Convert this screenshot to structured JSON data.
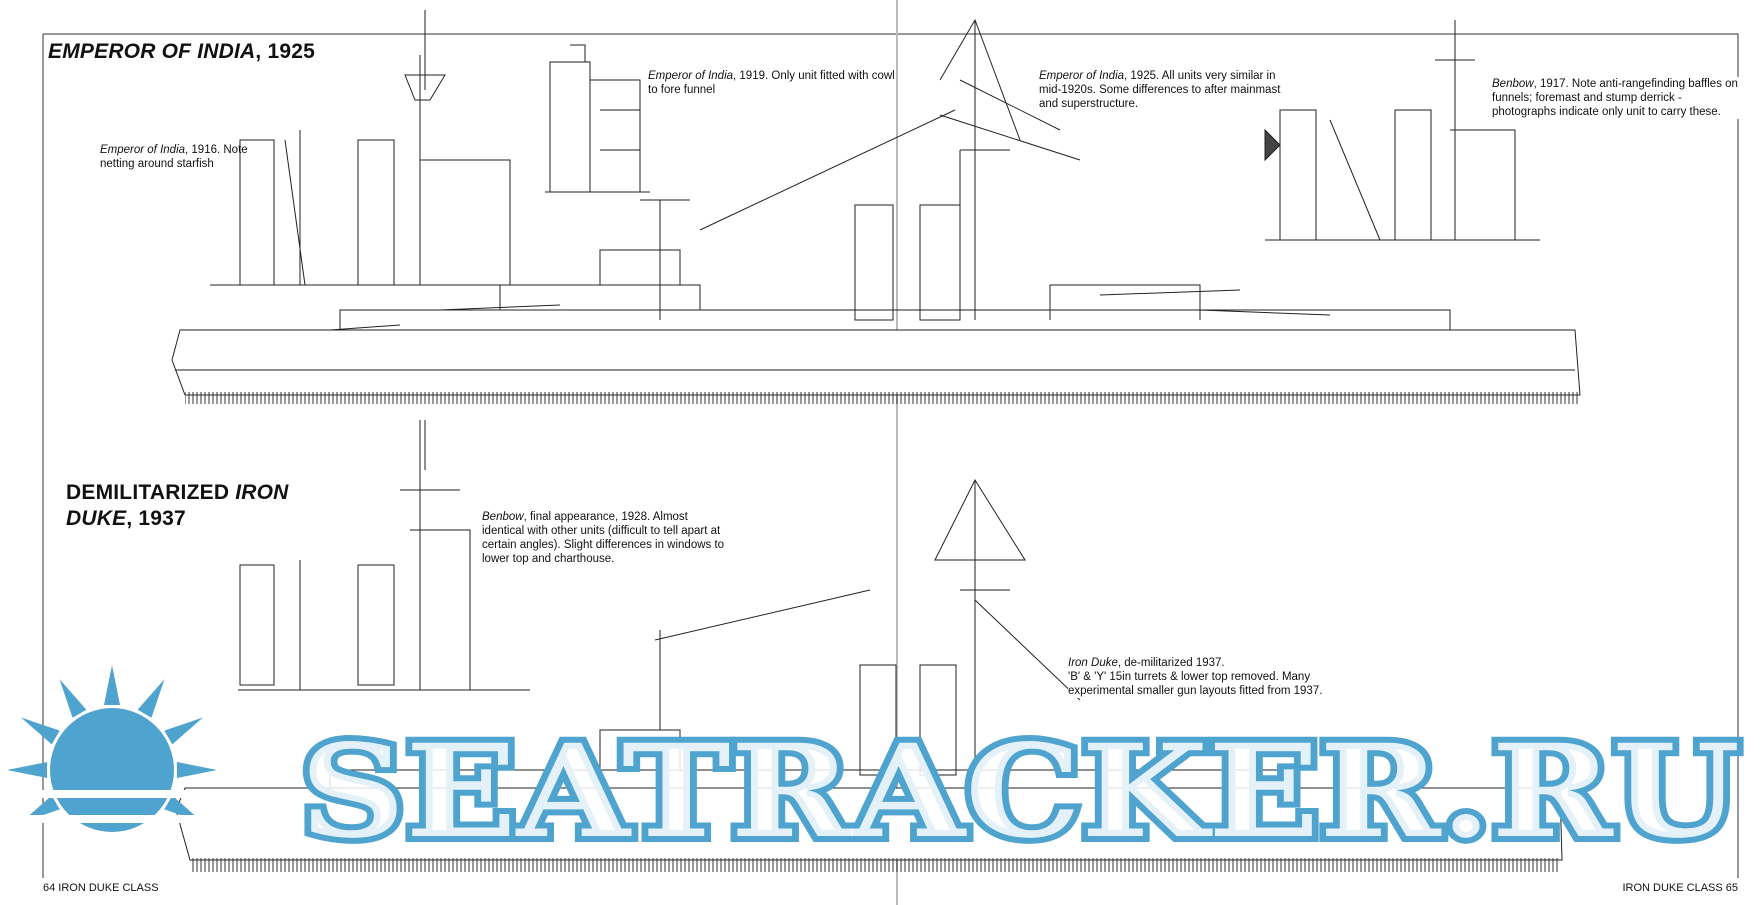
{
  "sections": [
    {
      "title_part1": "EMPEROR OF INDIA",
      "title_part2": ", 1925"
    },
    {
      "title_part1": "DEMILITARIZED ",
      "title_part2": "IRON",
      "title_part3": "DUKE",
      "title_part4": ", 1937"
    }
  ],
  "captions": [
    {
      "ship": "Emperor of India",
      "text": ", 1916. Note netting around starfish"
    },
    {
      "ship": "Emperor of India",
      "text": ", 1919.  Only unit fitted with cowl to fore funnel"
    },
    {
      "ship": "Emperor of India",
      "text": ", 1925. All units very similar in mid-1920s. Some differences to after mainmast and superstructure."
    },
    {
      "ship": "Benbow",
      "text": ", 1917. Note anti-rangefinding baffles on funnels; foremast and stump derrick - photographs indicate only unit to carry these."
    },
    {
      "ship": "Benbow",
      "text": ", final appearance, 1928. Almost identical with other units (difficult to tell apart at certain angles). Slight differences in windows to lower top and charthouse."
    },
    {
      "ship": "Iron Duke",
      "text": ", de-militarized 1937.",
      "line2": "'B' & 'Y' 15in turrets & lower top removed. Many experimental smaller gun layouts fitted from 1937."
    }
  ],
  "footer": {
    "left": "64  IRON DUKE CLASS",
    "right": "IRON DUKE CLASS  65"
  },
  "watermark": {
    "text": "SEATRACKER.RU",
    "color": "#4fa3cf"
  }
}
